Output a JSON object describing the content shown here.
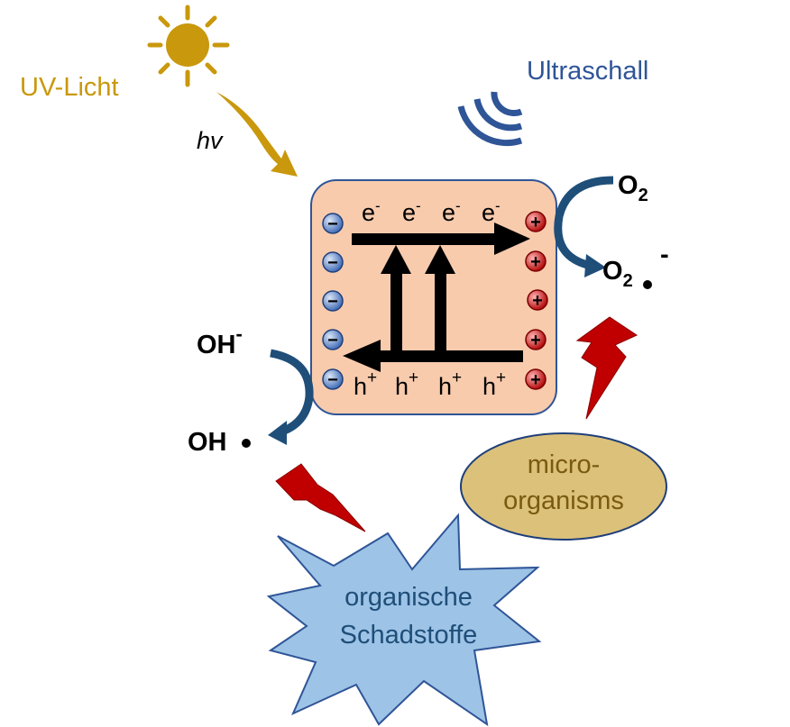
{
  "labels": {
    "uv_light": "UV-Licht",
    "hv": "hv",
    "ultrasound": "Ultraschall",
    "o2": "O",
    "o2_sub": "2",
    "o2_radical": "O",
    "o2_radical_sub": "2",
    "o2_radical_sup": "-",
    "oh_minus": "OH",
    "oh_minus_sup": "-",
    "oh_radical": "OH",
    "microorganisms_line1": "micro-",
    "microorganisms_line2": "organisms",
    "pollutants_line1": "organische",
    "pollutants_line2": "Schadstoffe"
  },
  "electrons": [
    {
      "base": "e",
      "sup": "-"
    },
    {
      "base": "e",
      "sup": "-"
    },
    {
      "base": "e",
      "sup": "-"
    },
    {
      "base": "e",
      "sup": "-"
    }
  ],
  "holes": [
    {
      "base": "h",
      "sup": "+"
    },
    {
      "base": "h",
      "sup": "+"
    },
    {
      "base": "h",
      "sup": "+"
    },
    {
      "base": "h",
      "sup": "+"
    }
  ],
  "charges": {
    "negative": [
      "−",
      "−",
      "−",
      "−",
      "−"
    ],
    "positive": [
      "+",
      "+",
      "+",
      "+",
      "+"
    ]
  },
  "colors": {
    "sun": "#c9980c",
    "uv_text": "#c9980c",
    "ultrasound": "#2f5597",
    "particle_fill": "#f8cbad",
    "particle_stroke": "#2f5597",
    "curve_arrow": "#1f4e79",
    "lightning": "#c00000",
    "microbes_fill": "#dcc17a",
    "microbes_text": "#7a5a10",
    "pollutant_fill": "#9dc3e6",
    "pollutant_text": "#1f4e79",
    "neg_charge": "#4a77c7",
    "pos_charge": "#c00000"
  },
  "icons": [
    "sun-icon",
    "ultrasound-waves-icon",
    "lightning-icon"
  ]
}
